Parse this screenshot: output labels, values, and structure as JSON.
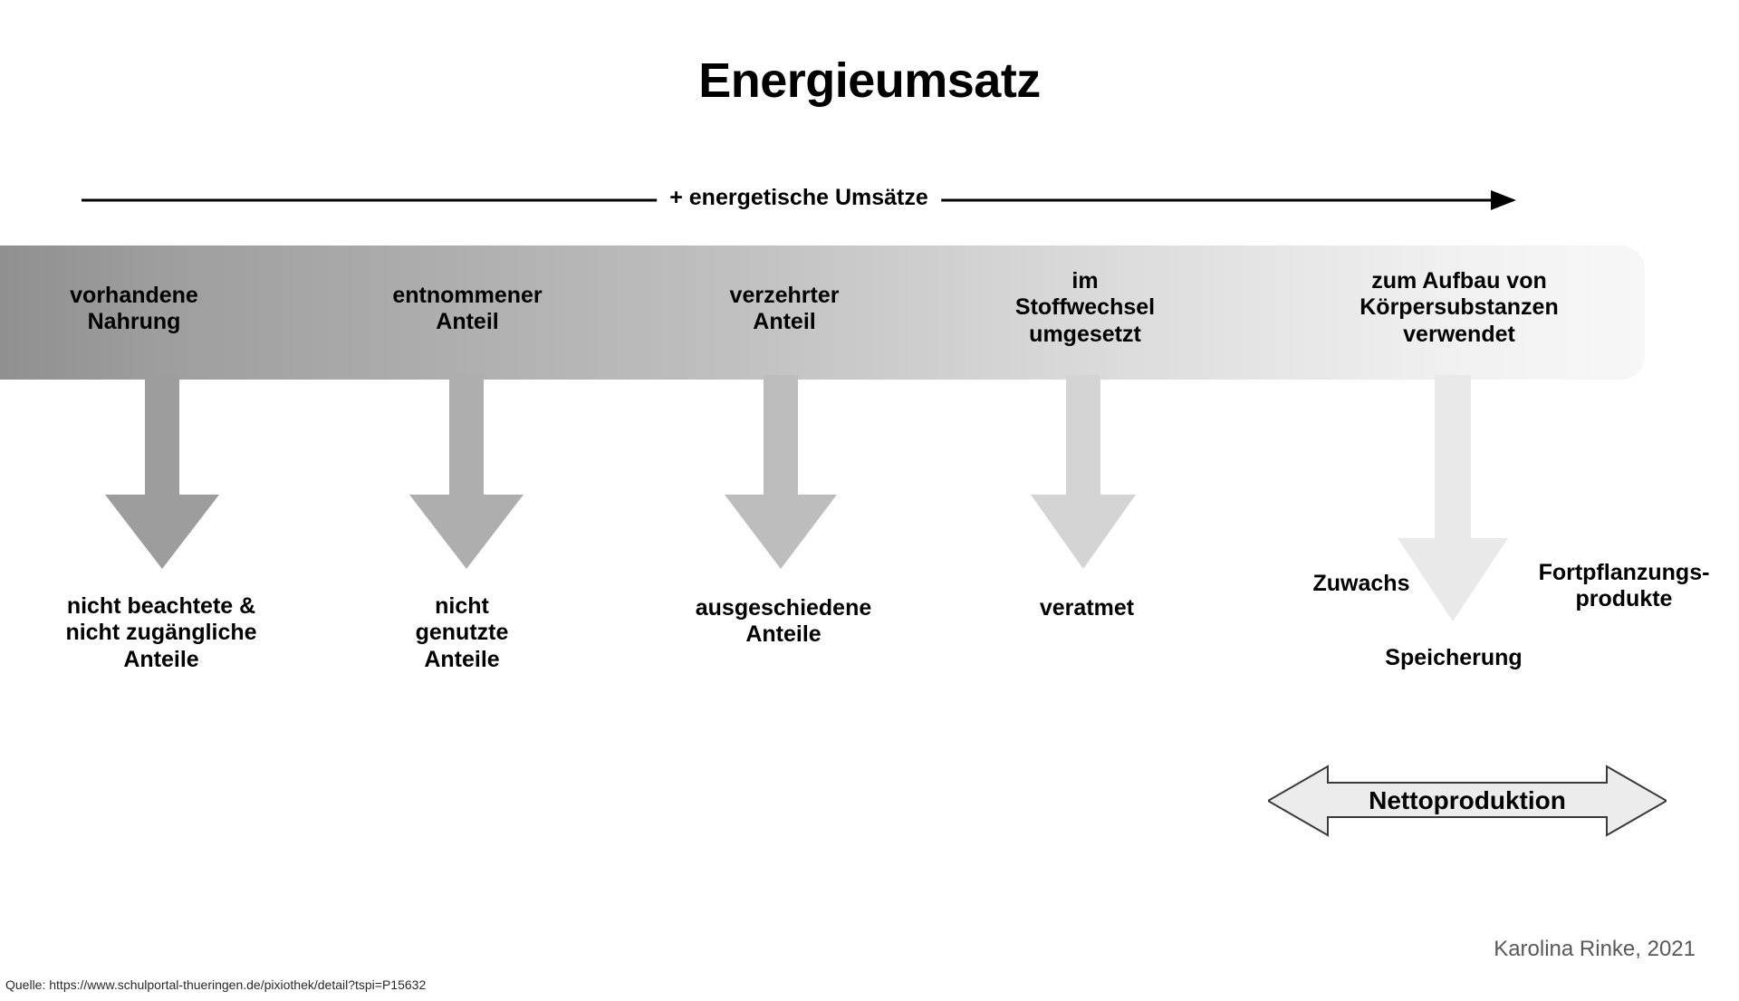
{
  "diagram": {
    "title": "Energieumsatz",
    "top_axis": {
      "label": "+ energetische Umsätze",
      "arrow_style": "double-sided-line-arrow"
    },
    "band": {
      "gradient_from": "#909090",
      "gradient_to": "#f7f7f7",
      "stages": [
        {
          "id": "vorhandene-nahrung",
          "label": "vorhandene\nNahrung"
        },
        {
          "id": "entnommener-anteil",
          "label": "entnommener\nAnteil"
        },
        {
          "id": "verzehrter-anteil",
          "label": "verzehrter\nAnteil"
        },
        {
          "id": "stoffwechsel",
          "label": "im\nStoffwechsel\numgesetzt"
        },
        {
          "id": "koerpersubstanzen",
          "label": "zum Aufbau von\nKörpersubstanzen\nverwendet"
        }
      ]
    },
    "losses": [
      {
        "id": "nicht-beachtete",
        "label": "nicht beachtete &\nnicht zugängliche\nAnteile",
        "arrow_color": "#9d9d9d"
      },
      {
        "id": "nicht-genutzte",
        "label": "nicht\ngenutzte\nAnteile",
        "arrow_color": "#aeaeae"
      },
      {
        "id": "ausgeschiedene",
        "label": "ausgeschiedene\nAnteile",
        "arrow_color": "#bdbdbd"
      },
      {
        "id": "veratmet",
        "label": "veratmet",
        "arrow_color": "#d4d4d4"
      }
    ],
    "production": {
      "arrow_color": "#e9e9e9",
      "left_label": "Zuwachs",
      "right_label": "Fortpflanzungs-\nprodukte",
      "bottom_label": "Speicherung",
      "summary_label": "Nettoproduktion",
      "summary_fill": "#ececec",
      "summary_stroke": "#3a3a3a"
    },
    "credit": "Karolina Rinke, 2021",
    "source": "Quelle: https://www.schulportal-thueringen.de/pixiothek/detail?tspi=P15632"
  }
}
